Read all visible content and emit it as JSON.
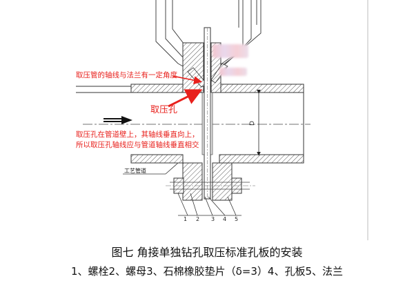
{
  "notes": {
    "angle": "取压管的轴线与法兰有一定角度",
    "tap_hole": "取压孔",
    "axis_line1": "取压孔在管道壁上，其轴线垂直向上，",
    "axis_line2": "所以取压孔轴线应与管道轴线垂直相交"
  },
  "labels": {
    "process_pipe": "工艺管道",
    "dimension": "D",
    "parts": [
      "1",
      "2",
      "3",
      "4",
      "5"
    ]
  },
  "caption": {
    "title": "图七  角接单独钻孔取压标准孔板的安装",
    "parts_list": "1、螺栓2、螺母3、石棉橡胶垫片（δ=3）4、孔板5、法兰"
  },
  "colors": {
    "annotation": "#e8201c",
    "drawing": "#333333"
  }
}
